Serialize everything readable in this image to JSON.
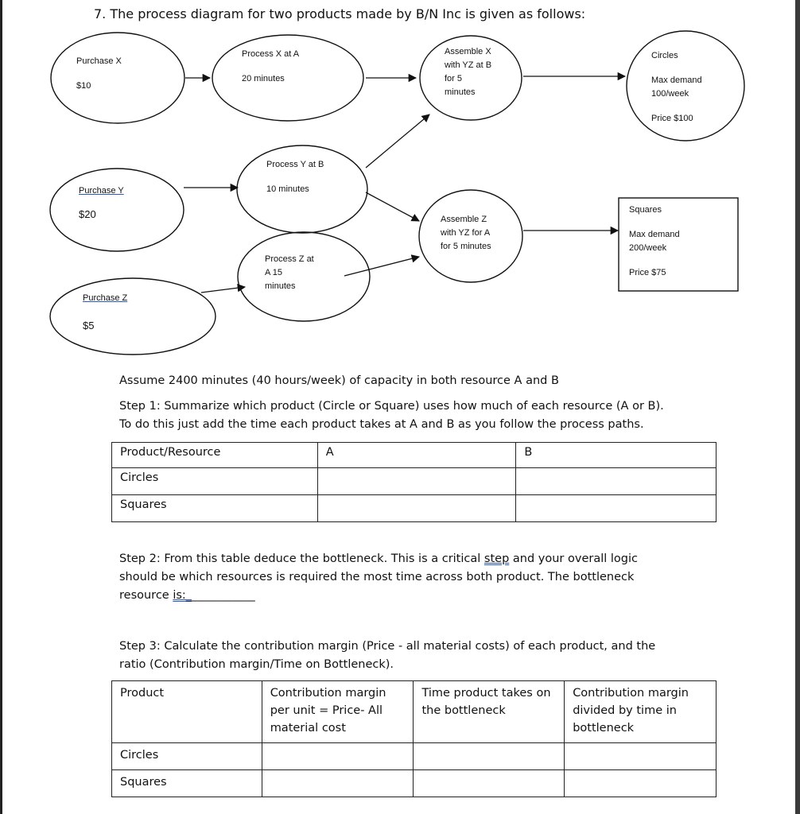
{
  "title": "7. The process diagram for two products made by B/N Inc is given as follows:",
  "diagram": {
    "purchase_x": {
      "name": "Purchase X",
      "cost": "$10"
    },
    "purchase_y": {
      "name": "Purchase Y",
      "cost": "$20"
    },
    "purchase_z": {
      "name": "Purchase Z",
      "cost": "$5"
    },
    "process_x": {
      "line1": "Process X at A",
      "line2": "20 minutes"
    },
    "process_y": {
      "line1": "Process Y at B",
      "line2": "10 minutes"
    },
    "process_z": {
      "line1": "Process Z at",
      "line2": "A 15",
      "line3": "minutes"
    },
    "assemble_x": {
      "line1": "Assemble X",
      "line2": "with YZ at B",
      "line3": "for 5",
      "line4": "minutes"
    },
    "assemble_z": {
      "line1": "Assemble Z",
      "line2": "with YZ for A",
      "line3": "for 5 minutes"
    },
    "circles": {
      "name": "Circles",
      "demand1": "Max demand",
      "demand2": "100/week",
      "price": "Price $100"
    },
    "squares": {
      "name": "Squares",
      "demand1": "Max demand",
      "demand2": "200/week",
      "price": "Price $75"
    }
  },
  "assumption": "Assume 2400 minutes (40 hours/week) of capacity in both resource A and B",
  "step1": {
    "line1": "Step 1: Summarize which product (Circle or Square) uses how much of each resource (A or B).",
    "line2": "To do this just add the time each product takes at A and B as you follow the process paths.",
    "table": {
      "headers": [
        "Product/Resource",
        "A",
        "B"
      ],
      "rows": [
        [
          "Circles",
          "",
          ""
        ],
        [
          "Squares",
          "",
          ""
        ]
      ]
    }
  },
  "step2": {
    "line1a": "Step 2: From this table deduce the bottleneck.  This is a critical ",
    "line1b": "step",
    "line1c": " and your overall logic",
    "line2": "should be which resources is required the most time across both product.  The bottleneck",
    "line3a": "resource ",
    "line3b": "is:_",
    "line3c": "___________"
  },
  "step3": {
    "line1": "Step 3: Calculate the contribution margin (Price - all material costs) of each product, and the",
    "line2": "ratio (Contribution margin/Time on Bottleneck).",
    "table": {
      "headers": [
        "Product",
        [
          "Contribution margin",
          "per unit = Price- All",
          "material cost"
        ],
        [
          "Time product takes on",
          "the bottleneck"
        ],
        [
          "Contribution margin",
          "divided by time in",
          "bottleneck"
        ]
      ],
      "rows": [
        [
          "Circles",
          "",
          "",
          ""
        ],
        [
          "Squares",
          "",
          "",
          ""
        ]
      ]
    }
  }
}
